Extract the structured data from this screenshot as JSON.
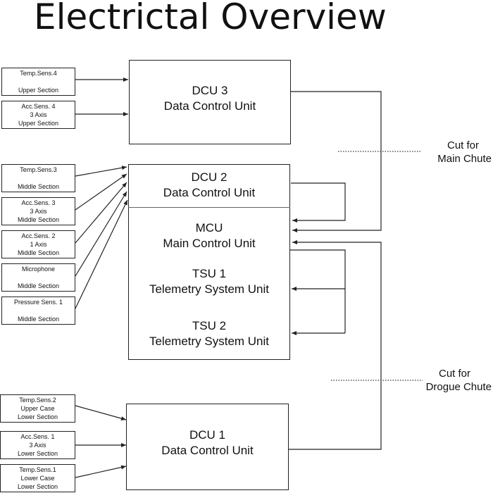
{
  "title": "Electrictal Overview",
  "units": {
    "dcu3": {
      "line1": "DCU 3",
      "line2": "Data Control Unit"
    },
    "dcu2": {
      "line1": "DCU 2",
      "line2": "Data Control Unit"
    },
    "mcu": {
      "line1": "MCU",
      "line2": "Main Control Unit"
    },
    "tsu1": {
      "line1": "TSU 1",
      "line2": "Telemetry System Unit"
    },
    "tsu2": {
      "line1": "TSU 2",
      "line2": "Telemetry System Unit"
    },
    "dcu1": {
      "line1": "DCU 1",
      "line2": "Data Control Unit"
    }
  },
  "sensors": {
    "temp4": {
      "line1": "Temp.Sens.4",
      "line2": "",
      "line3": "Upper Section"
    },
    "acc4": {
      "line1": "Acc.Sens. 4",
      "line2": "3 Axis",
      "line3": "Upper Section"
    },
    "temp3": {
      "line1": "Temp.Sens.3",
      "line2": "",
      "line3": "Middle Section"
    },
    "acc3": {
      "line1": "Acc.Sens. 3",
      "line2": "3 Axis",
      "line3": "Middle Section"
    },
    "acc2": {
      "line1": "Acc.Sens. 2",
      "line2": "1 Axis",
      "line3": "Middle Section"
    },
    "mic": {
      "line1": "Microphone",
      "line2": "",
      "line3": "Middle Section"
    },
    "press1": {
      "line1": "Pressure Sens. 1",
      "line2": "",
      "line3": "Middle Section"
    },
    "temp2": {
      "line1": "Temp.Sens.2",
      "line2": "Upper Case",
      "line3": "Lower Section"
    },
    "acc1": {
      "line1": "Acc.Sens. 1",
      "line2": "3 Axis",
      "line3": "Lower Section"
    },
    "temp1": {
      "line1": "Temp.Sens.1",
      "line2": "Lower Case",
      "line3": "Lower Section"
    }
  },
  "cuts": {
    "main": {
      "line1": "Cut for",
      "line2": "Main Chute"
    },
    "drogue": {
      "line1": "Cut for",
      "line2": "Drogue Chute"
    }
  }
}
